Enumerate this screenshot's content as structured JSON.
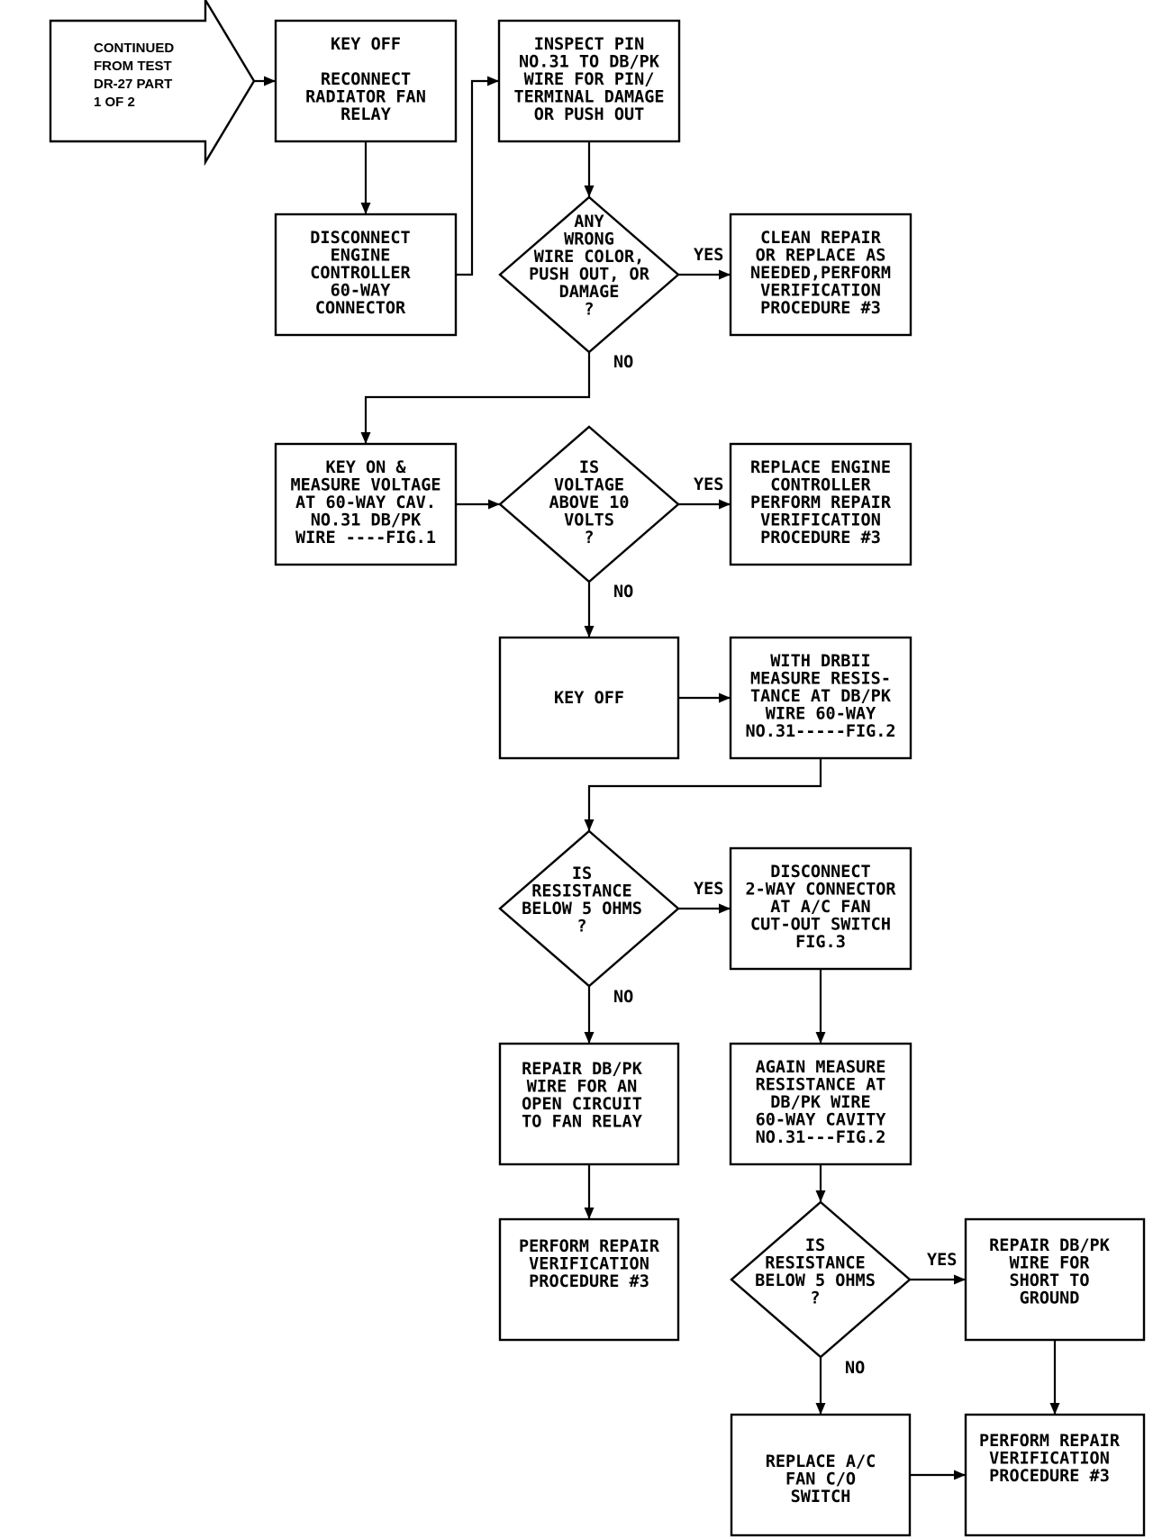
{
  "chart_data": {
    "type": "table",
    "entry": {
      "lines": [
        "CONTINUED",
        "FROM TEST",
        "DR-27 PART",
        "1 OF 2"
      ]
    },
    "nodes": [
      {
        "id": "key-off-reconnect",
        "shape": "process",
        "lines": [
          "KEY OFF",
          "",
          "RECONNECT",
          "RADIATOR FAN",
          "RELAY"
        ]
      },
      {
        "id": "disconnect-controller",
        "shape": "process",
        "lines": [
          "DISCONNECT",
          "ENGINE",
          "CONTROLLER",
          "60-WAY",
          "CONNECTOR"
        ]
      },
      {
        "id": "inspect-pin",
        "shape": "process",
        "lines": [
          "INSPECT PIN",
          "NO.31 TO DB/PK",
          "WIRE FOR PIN/",
          "TERMINAL DAMAGE",
          "OR PUSH OUT"
        ]
      },
      {
        "id": "any-wrong",
        "shape": "decision",
        "lines": [
          "ANY",
          "WRONG",
          "WIRE COLOR,",
          "PUSH OUT, OR",
          "DAMAGE",
          "?"
        ]
      },
      {
        "id": "clean-repair",
        "shape": "process",
        "lines": [
          "CLEAN REPAIR",
          "OR REPLACE AS",
          "NEEDED,PERFORM",
          "VERIFICATION",
          "PROCEDURE #3"
        ]
      },
      {
        "id": "key-on-measure",
        "shape": "process",
        "lines": [
          "KEY ON &",
          "MEASURE VOLTAGE",
          "AT 60-WAY CAV.",
          "NO.31 DB/PK",
          "WIRE ----FIG.1"
        ]
      },
      {
        "id": "voltage-above",
        "shape": "decision",
        "lines": [
          "IS",
          "VOLTAGE",
          "ABOVE 10",
          "VOLTS",
          "?"
        ]
      },
      {
        "id": "replace-controller",
        "shape": "process",
        "lines": [
          "REPLACE ENGINE",
          "CONTROLLER",
          "PERFORM REPAIR",
          "VERIFICATION",
          "PROCEDURE #3"
        ]
      },
      {
        "id": "key-off-2",
        "shape": "process",
        "lines": [
          "KEY OFF"
        ]
      },
      {
        "id": "measure-resistance",
        "shape": "process",
        "lines": [
          "WITH DRBII",
          "MEASURE RESIS-",
          "TANCE AT DB/PK",
          "WIRE 60-WAY",
          "NO.31-----FIG.2"
        ]
      },
      {
        "id": "resistance-below-1",
        "shape": "decision",
        "lines": [
          "IS",
          "RESISTANCE",
          "BELOW 5 OHMS",
          "?"
        ]
      },
      {
        "id": "disconnect-2way",
        "shape": "process",
        "lines": [
          "DISCONNECT",
          "2-WAY CONNECTOR",
          "AT A/C FAN",
          "CUT-OUT SWITCH",
          "FIG.3"
        ]
      },
      {
        "id": "repair-open",
        "shape": "process",
        "lines": [
          "REPAIR DB/PK",
          "WIRE FOR AN",
          "OPEN CIRCUIT",
          "TO FAN RELAY"
        ]
      },
      {
        "id": "again-measure",
        "shape": "process",
        "lines": [
          "AGAIN MEASURE",
          "RESISTANCE AT",
          "DB/PK WIRE",
          "60-WAY CAVITY",
          "NO.31---FIG.2"
        ]
      },
      {
        "id": "perform-verify-1",
        "shape": "process",
        "lines": [
          "PERFORM REPAIR",
          "VERIFICATION",
          "PROCEDURE #3"
        ]
      },
      {
        "id": "resistance-below-2",
        "shape": "decision",
        "lines": [
          "IS",
          "RESISTANCE",
          "BELOW 5 OHMS",
          "?"
        ]
      },
      {
        "id": "repair-short",
        "shape": "process",
        "lines": [
          "REPAIR DB/PK",
          "WIRE FOR",
          "SHORT TO",
          "GROUND"
        ]
      },
      {
        "id": "replace-switch",
        "shape": "process",
        "lines": [
          "REPLACE A/C",
          "FAN C/O",
          "SWITCH"
        ]
      },
      {
        "id": "perform-verify-2",
        "shape": "process",
        "lines": [
          "PERFORM REPAIR",
          "VERIFICATION",
          "PROCEDURE #3"
        ]
      }
    ],
    "edges": [
      {
        "from": "entry",
        "to": "key-off-reconnect",
        "label": ""
      },
      {
        "from": "key-off-reconnect",
        "to": "disconnect-controller",
        "label": ""
      },
      {
        "from": "disconnect-controller",
        "to": "inspect-pin",
        "label": ""
      },
      {
        "from": "inspect-pin",
        "to": "any-wrong",
        "label": ""
      },
      {
        "from": "any-wrong",
        "to": "clean-repair",
        "label": "YES"
      },
      {
        "from": "any-wrong",
        "to": "key-on-measure",
        "label": "NO"
      },
      {
        "from": "key-on-measure",
        "to": "voltage-above",
        "label": ""
      },
      {
        "from": "voltage-above",
        "to": "replace-controller",
        "label": "YES"
      },
      {
        "from": "voltage-above",
        "to": "key-off-2",
        "label": "NO"
      },
      {
        "from": "key-off-2",
        "to": "measure-resistance",
        "label": ""
      },
      {
        "from": "measure-resistance",
        "to": "resistance-below-1",
        "label": ""
      },
      {
        "from": "resistance-below-1",
        "to": "disconnect-2way",
        "label": "YES"
      },
      {
        "from": "resistance-below-1",
        "to": "repair-open",
        "label": "NO"
      },
      {
        "from": "disconnect-2way",
        "to": "again-measure",
        "label": ""
      },
      {
        "from": "repair-open",
        "to": "perform-verify-1",
        "label": ""
      },
      {
        "from": "again-measure",
        "to": "resistance-below-2",
        "label": ""
      },
      {
        "from": "resistance-below-2",
        "to": "repair-short",
        "label": "YES"
      },
      {
        "from": "resistance-below-2",
        "to": "replace-switch",
        "label": "NO"
      },
      {
        "from": "repair-short",
        "to": "perform-verify-2",
        "label": ""
      },
      {
        "from": "replace-switch",
        "to": "perform-verify-2",
        "label": ""
      }
    ]
  }
}
